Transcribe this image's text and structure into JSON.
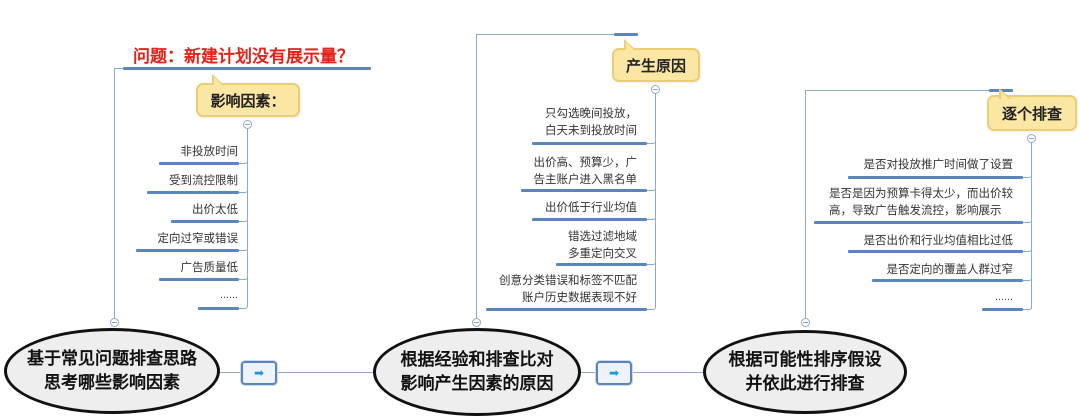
{
  "diagram": {
    "stages": [
      {
        "ellipse_lines": [
          "基于常见问题排查思路",
          "思考哪些影响因素"
        ],
        "title": "问题：新建计划没有展示量？",
        "bubble": "影响因素：",
        "items": [
          "非投放时间",
          "受到流控限制",
          "出价太低",
          "定向过窄或错误",
          "广告质量低",
          "……"
        ]
      },
      {
        "ellipse_lines": [
          "根据经验和排查比对",
          "影响产生因素的原因"
        ],
        "bubble": "产生原因",
        "items": [
          [
            "只勾选晚间投放，",
            "白天未到投放时间"
          ],
          [
            "出价高、预算少，广",
            "告主账户进入黑名单"
          ],
          [
            "出价低于行业均值"
          ],
          [
            "错选过滤地域",
            "多重定向交叉"
          ],
          [
            "创意分类错误和标签不匹配",
            "账户历史数据表现不好"
          ]
        ]
      },
      {
        "ellipse_lines": [
          "根据可能性排序假设",
          "并依此进行排查"
        ],
        "bubble": "逐个排查",
        "items": [
          [
            "是否对投放推广时间做了设置"
          ],
          [
            "是否是因为预算卡得太少，而出价较",
            "高，导致广告触发流控，影响展示"
          ],
          [
            "是否出价和行业均值相比过低"
          ],
          [
            "是否定向的覆盖人群过窄"
          ],
          [
            "……"
          ]
        ]
      }
    ],
    "connectors": [
      {
        "icon": "arrow-right-icon",
        "glyph": "➡"
      },
      {
        "icon": "arrow-right-icon",
        "glyph": "➡"
      }
    ],
    "colors": {
      "title_red": "#e0241b",
      "bubble_fill": "#fbe7a3",
      "line_blue": "#5b86bb",
      "arrow_blue": "#1b9ad6"
    }
  }
}
